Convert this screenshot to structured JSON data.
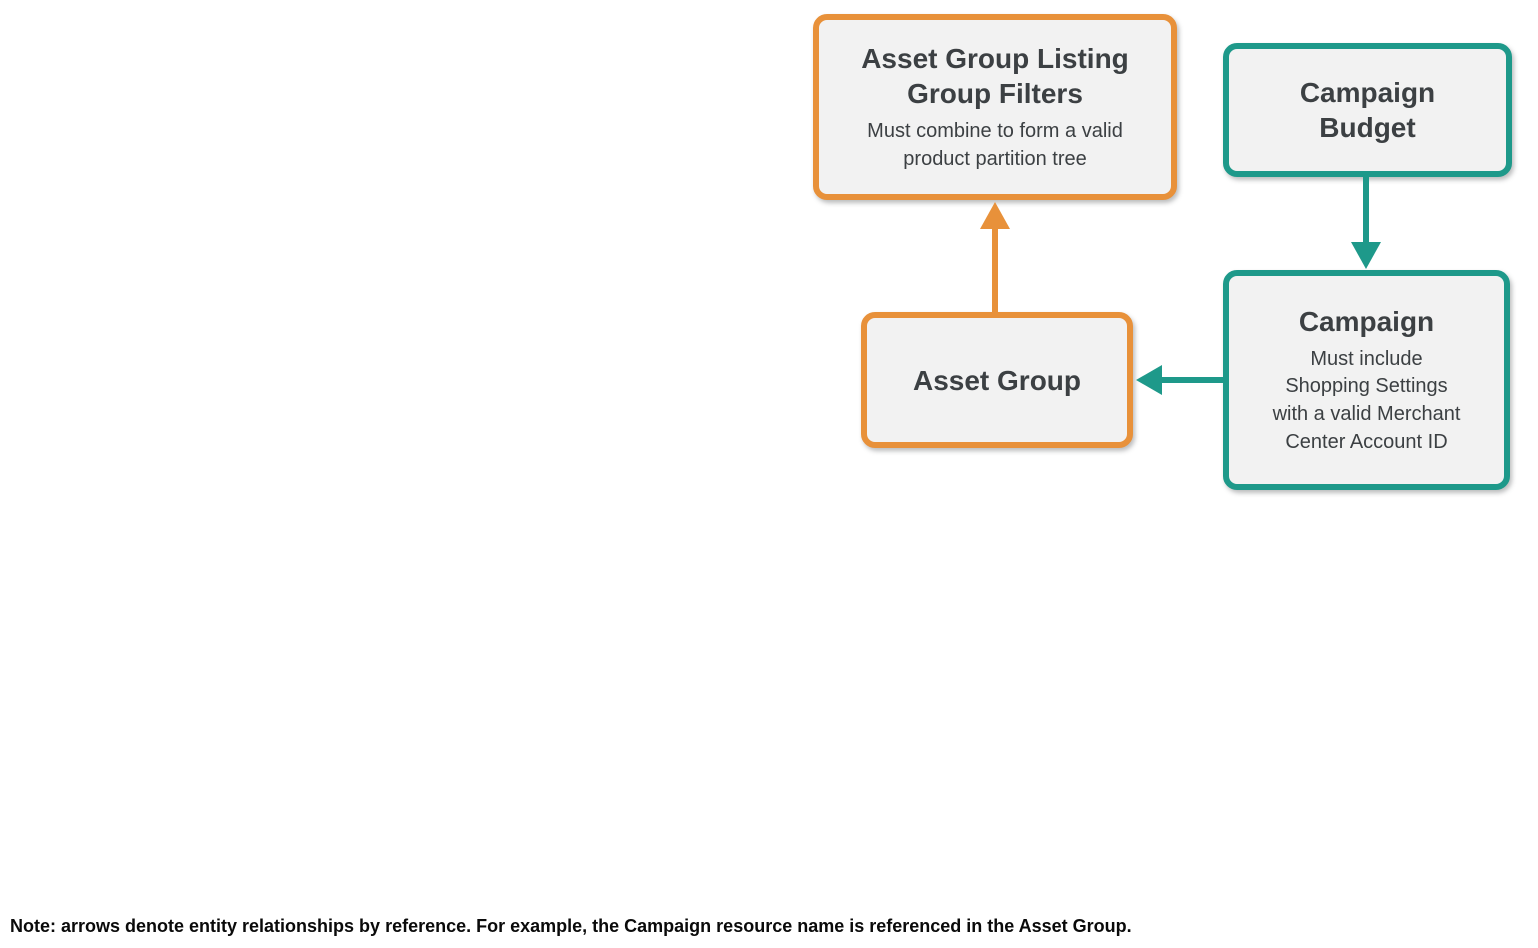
{
  "diagram": {
    "nodes": [
      {
        "id": "asset-group-listing-group-filters",
        "title": "Asset Group Listing\nGroup Filters",
        "subtitle": "Must combine to form a valid\nproduct partition tree",
        "accent": "orange"
      },
      {
        "id": "campaign-budget",
        "title": "Campaign\nBudget",
        "subtitle": "",
        "accent": "teal"
      },
      {
        "id": "campaign",
        "title": "Campaign",
        "subtitle": "Must include\nShopping Settings\nwith a valid Merchant\nCenter Account ID",
        "accent": "teal"
      },
      {
        "id": "asset-group",
        "title": "Asset Group",
        "subtitle": "",
        "accent": "orange"
      }
    ],
    "edges": [
      {
        "from": "asset-group",
        "to": "asset-group-listing-group-filters",
        "color": "orange",
        "direction": "up"
      },
      {
        "from": "campaign-budget",
        "to": "campaign",
        "color": "teal",
        "direction": "down"
      },
      {
        "from": "campaign",
        "to": "asset-group",
        "color": "teal",
        "direction": "left"
      }
    ]
  },
  "note": "Note: arrows denote entity relationships by reference. For example, the Campaign resource name is referenced in the Asset Group.",
  "colors": {
    "orange": "#E8913A",
    "teal": "#1E998A",
    "box_fill": "#F2F2F2",
    "text": "#3C4043",
    "note_text": "#0A0A0A",
    "background": "#FFFFFF"
  }
}
